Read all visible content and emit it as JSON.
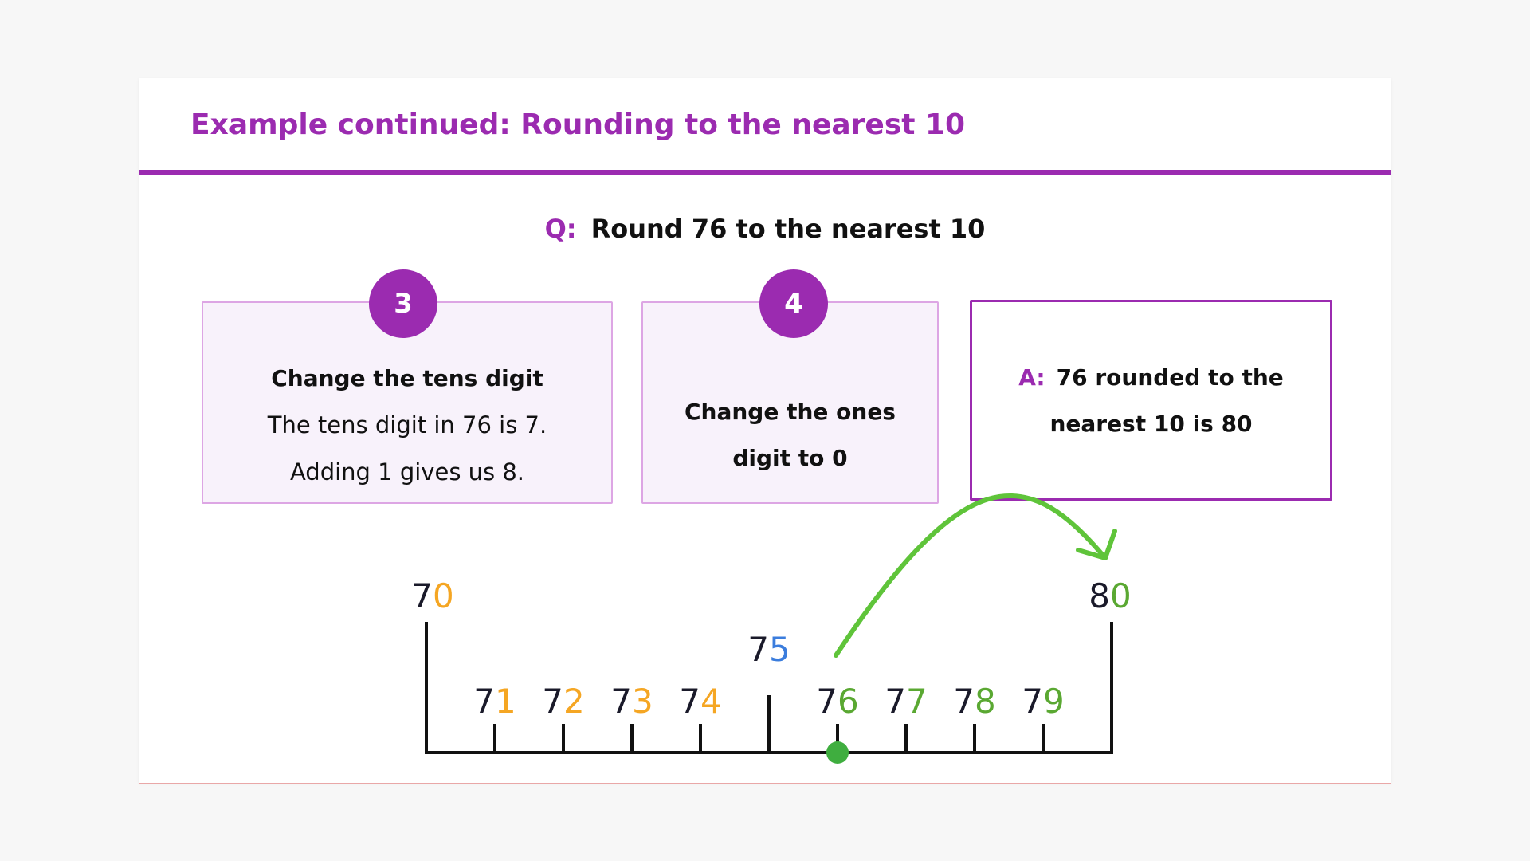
{
  "title": "Example continued: Rounding to the nearest 10",
  "question": {
    "label": "Q:",
    "text": "Round 76 to the nearest 10"
  },
  "steps": [
    {
      "number": "3",
      "heading": "Change the tens digit",
      "lines": [
        "The tens digit in 76 is 7.",
        "Adding 1 gives us 8."
      ]
    },
    {
      "number": "4",
      "heading_lines": [
        "Change the ones",
        "digit to 0"
      ]
    }
  ],
  "answer": {
    "label": "A:",
    "line1": "76 rounded to the",
    "line2": "nearest 10 is 80"
  },
  "number_line": {
    "start": 70,
    "end": 80,
    "marked_value": 76,
    "midpoint": 75,
    "labels": [
      {
        "value": 70,
        "tens": "7",
        "ones": "0",
        "ones_color": "#f5a623"
      },
      {
        "value": 71,
        "tens": "7",
        "ones": "1",
        "ones_color": "#f5a623"
      },
      {
        "value": 72,
        "tens": "7",
        "ones": "2",
        "ones_color": "#f5a623"
      },
      {
        "value": 73,
        "tens": "7",
        "ones": "3",
        "ones_color": "#f5a623"
      },
      {
        "value": 74,
        "tens": "7",
        "ones": "4",
        "ones_color": "#f5a623"
      },
      {
        "value": 75,
        "tens": "7",
        "ones": "5",
        "ones_color": "#3b7ddd"
      },
      {
        "value": 76,
        "tens": "7",
        "ones": "6",
        "ones_color": "#5aa832"
      },
      {
        "value": 77,
        "tens": "7",
        "ones": "7",
        "ones_color": "#5aa832"
      },
      {
        "value": 78,
        "tens": "7",
        "ones": "8",
        "ones_color": "#5aa832"
      },
      {
        "value": 79,
        "tens": "7",
        "ones": "9",
        "ones_color": "#5aa832"
      },
      {
        "value": 80,
        "tens": "8",
        "ones": "0",
        "ones_color": "#5aa832"
      }
    ],
    "colors": {
      "line": "#111111",
      "marker": "#3fae3f",
      "arrow": "#5fc43a"
    }
  }
}
